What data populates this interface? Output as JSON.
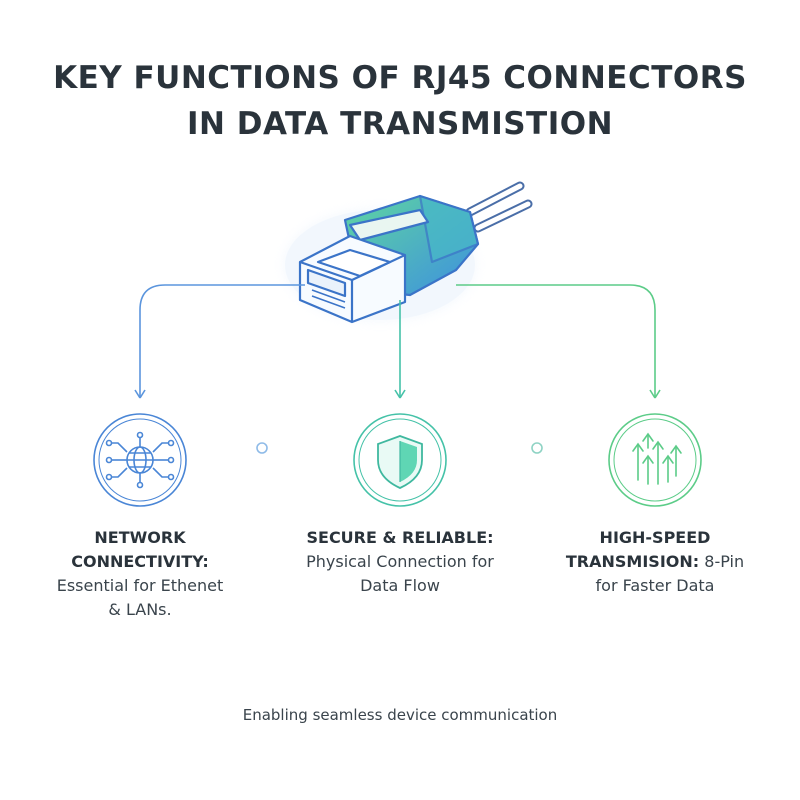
{
  "title": {
    "line1": "KEY FUNCTIONS OF RJ45 CONNECTORS",
    "line2": "IN DATA TRANSMISTION"
  },
  "features": [
    {
      "icon": "globe-network-icon",
      "heading": "NETWORK CONNECTIVITY:",
      "heading_line1": "NETWORK",
      "heading_line2": "CONNECTIVITY:",
      "text_line1": "Essential for Ethenet",
      "text_line2": "& LANs."
    },
    {
      "icon": "shield-icon",
      "heading": "SECURE & RELIABLE:",
      "text_line1": "Physical Connection for",
      "text_line2": "Data Flow"
    },
    {
      "icon": "speed-arrows-icon",
      "heading_line1": "HIGH-SPEED",
      "heading_line2_bold": "TRANSMISION:",
      "heading_line2_rest": " 8-Pin",
      "text_line1": "for Faster Data"
    }
  ],
  "footer": "Enabling seamless device communication",
  "colors": {
    "blue": "#4a86d6",
    "teal": "#3fc0a8",
    "green": "#5cd08a",
    "text": "#2a333b"
  }
}
